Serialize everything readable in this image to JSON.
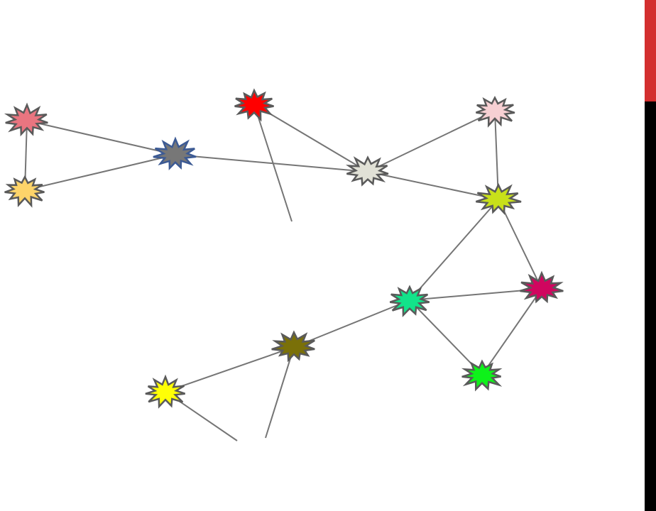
{
  "diagram": {
    "edge_color": "#757575",
    "default_node_stroke": "#5a5a5a",
    "nodes": [
      {
        "id": "n-salmon",
        "fill": "#e97580",
        "stroke": "#5a5a5a"
      },
      {
        "id": "n-gold",
        "fill": "#fdd46a",
        "stroke": "#5a5a5a"
      },
      {
        "id": "n-gray",
        "fill": "#777777",
        "stroke": "#3c5a94"
      },
      {
        "id": "n-red",
        "fill": "#ff0000",
        "stroke": "#5a5a5a"
      },
      {
        "id": "n-silver",
        "fill": "#e1e1d6",
        "stroke": "#5a5a5a"
      },
      {
        "id": "n-pink",
        "fill": "#f7d0d3",
        "stroke": "#5a5a5a"
      },
      {
        "id": "n-lime",
        "fill": "#c8e01a",
        "stroke": "#5a5a5a"
      },
      {
        "id": "n-mint",
        "fill": "#12e38a",
        "stroke": "#5a5a5a"
      },
      {
        "id": "n-magenta",
        "fill": "#d0065f",
        "stroke": "#5a5a5a"
      },
      {
        "id": "n-green",
        "fill": "#0ef21a",
        "stroke": "#5a5a5a"
      },
      {
        "id": "n-olive",
        "fill": "#7a7008",
        "stroke": "#5a5a5a"
      },
      {
        "id": "n-yellow",
        "fill": "#ffff06",
        "stroke": "#5a5a5a"
      },
      {
        "id": "stub-a"
      },
      {
        "id": "stub-b"
      },
      {
        "id": "stub-c"
      }
    ],
    "edges": [
      [
        "n-salmon",
        "n-gold"
      ],
      [
        "n-salmon",
        "n-gray"
      ],
      [
        "n-gold",
        "n-gray"
      ],
      [
        "n-gray",
        "n-silver"
      ],
      [
        "n-red",
        "n-silver"
      ],
      [
        "n-red",
        "stub-a"
      ],
      [
        "n-silver",
        "n-pink"
      ],
      [
        "n-silver",
        "n-lime"
      ],
      [
        "n-pink",
        "n-lime"
      ],
      [
        "n-lime",
        "n-mint"
      ],
      [
        "n-lime",
        "n-magenta"
      ],
      [
        "n-mint",
        "n-magenta"
      ],
      [
        "n-mint",
        "n-green"
      ],
      [
        "n-magenta",
        "n-green"
      ],
      [
        "n-mint",
        "n-olive"
      ],
      [
        "n-olive",
        "n-yellow"
      ],
      [
        "n-olive",
        "stub-b"
      ],
      [
        "n-yellow",
        "stub-c"
      ]
    ]
  },
  "side_bar": {
    "background": "#000000",
    "accent": "#d32f2f"
  }
}
